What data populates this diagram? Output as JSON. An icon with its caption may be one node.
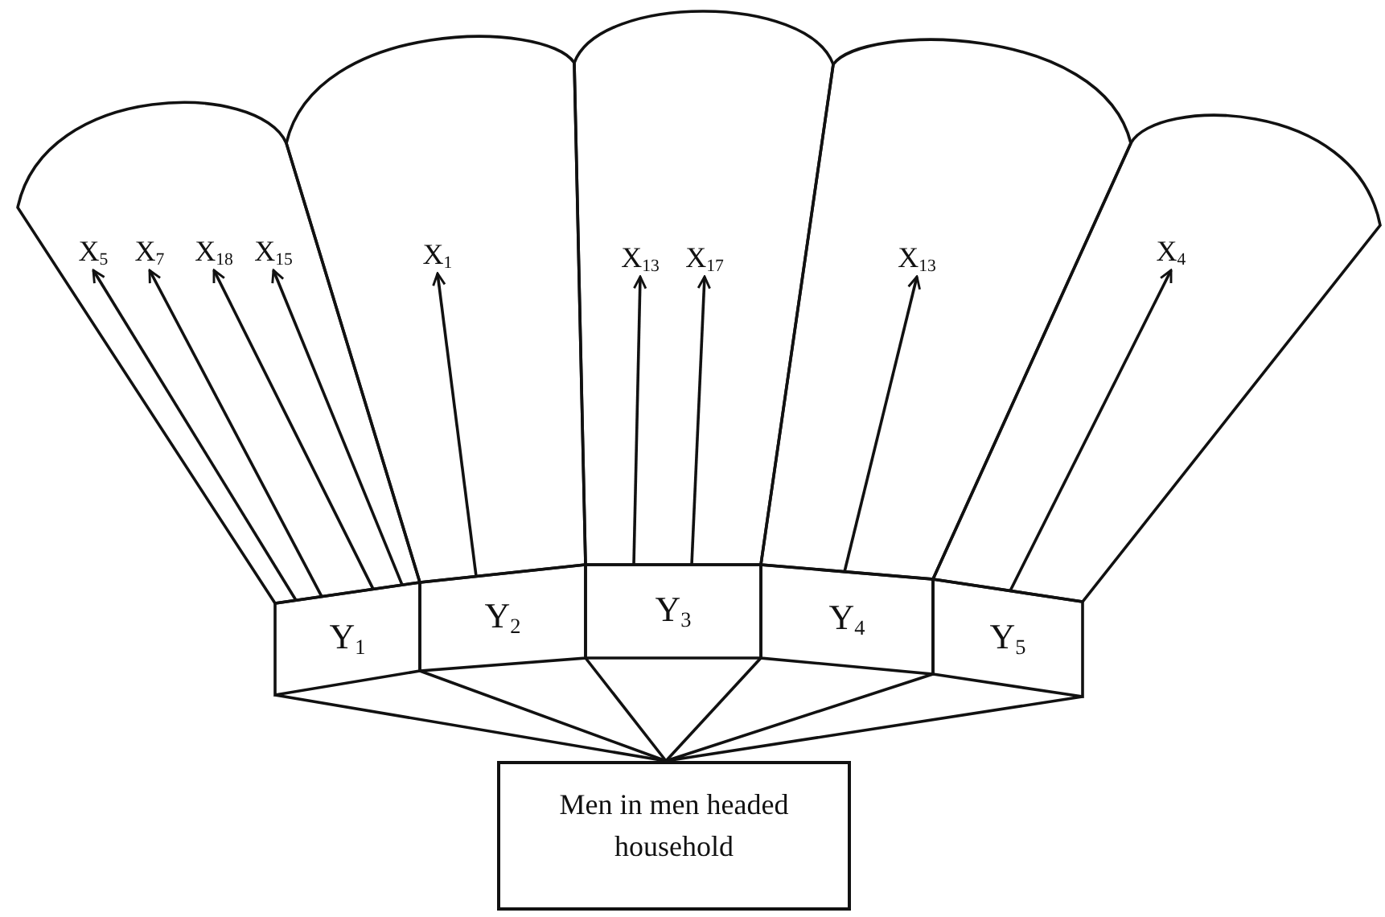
{
  "diagram": {
    "nodes": [
      {
        "text": [],
        "shape": "petal"
      },
      {
        "text": [
          "X$_{5}$"
        ],
        "in": 0
      },
      {
        "text": [
          "X$_{7}$"
        ],
        "in": 0
      },
      {
        "text": [
          "X$_{18}$"
        ],
        "in": 0
      },
      {
        "text": [
          "X$_{15}$"
        ],
        "in": 0
      },
      {
        "text": [],
        "shape": "petal"
      },
      {
        "text": [
          "X$_{1}$"
        ],
        "in": 5
      },
      {
        "text": [],
        "shape": "petal"
      },
      {
        "text": [
          "X$_{13}$"
        ],
        "in": 7
      },
      {
        "text": [
          "X$_{17}$"
        ],
        "in": 7
      },
      {
        "text": [],
        "shape": "petal"
      },
      {
        "text": [
          "X$_{13}$"
        ],
        "in": 10
      },
      {
        "text": [],
        "shape": "petal"
      },
      {
        "text": [
          "X$_{4}$"
        ],
        "in": 12
      },
      {
        "text": [
          "Y$_{1}$"
        ]
      },
      {
        "text": [
          "Y$_{2}$"
        ]
      },
      {
        "text": [
          "Y$_{3}$"
        ]
      },
      {
        "text": [
          "Y$_{4}$"
        ]
      },
      {
        "text": [
          "Y$_{5}$"
        ]
      },
      {
        "text": [
          "Men in men headed household"
        ]
      }
    ],
    "edges": [
      {
        "from": 14,
        "to": 1,
        "arrow": "to"
      },
      {
        "from": 14,
        "to": 2,
        "arrow": "to"
      },
      {
        "from": 14,
        "to": 3,
        "arrow": "to"
      },
      {
        "from": 14,
        "to": 4,
        "arrow": "to"
      },
      {
        "from": 15,
        "to": 6,
        "arrow": "to"
      },
      {
        "from": 16,
        "to": 8,
        "arrow": "to"
      },
      {
        "from": 16,
        "to": 9,
        "arrow": "to"
      },
      {
        "from": 17,
        "to": 11,
        "arrow": "to"
      },
      {
        "from": 18,
        "to": 13,
        "arrow": "to"
      },
      {
        "from": 19,
        "to": 14,
        "arrow": "none"
      },
      {
        "from": 19,
        "to": 15,
        "arrow": "none"
      },
      {
        "from": 19,
        "to": 16,
        "arrow": "none"
      },
      {
        "from": 19,
        "to": 17,
        "arrow": "none"
      },
      {
        "from": 19,
        "to": 18,
        "arrow": "none"
      }
    ]
  }
}
